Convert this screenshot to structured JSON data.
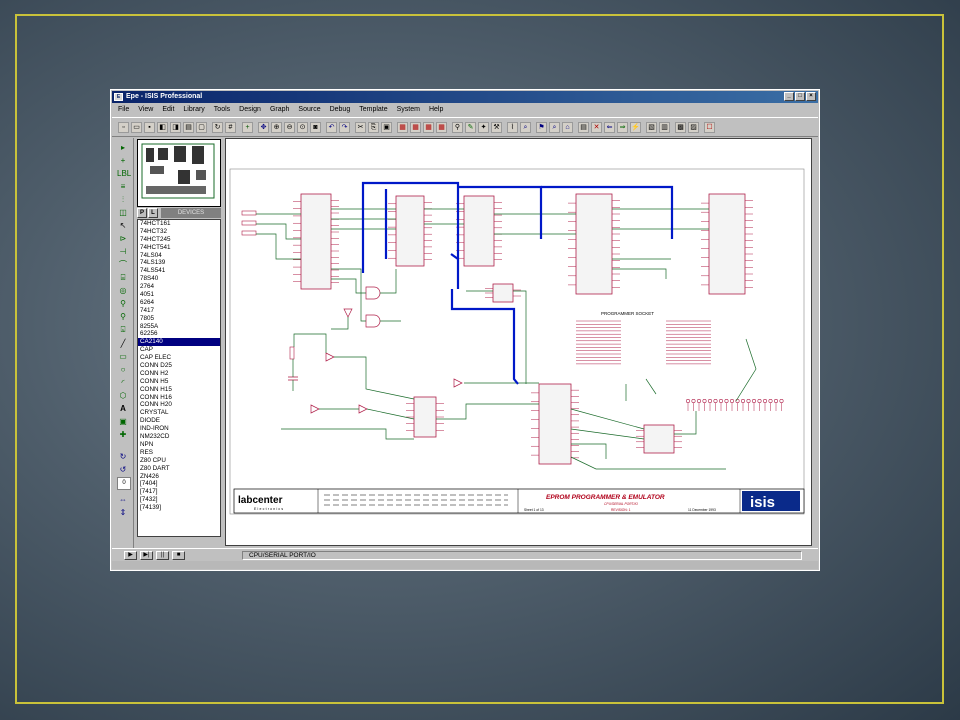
{
  "window": {
    "title": "Epe - ISIS Professional",
    "app_icon": "isis-app-icon",
    "controls": [
      "_",
      "□",
      "×"
    ]
  },
  "menu": [
    "File",
    "View",
    "Edit",
    "Library",
    "Tools",
    "Design",
    "Graph",
    "Source",
    "Debug",
    "Template",
    "System",
    "Help"
  ],
  "devices": {
    "tabs": [
      "P",
      "L"
    ],
    "header": "DEVICES",
    "items": [
      "74HCT161",
      "74HCT32",
      "74HCT245",
      "74HCT541",
      "74LS04",
      "74LS139",
      "74LS541",
      "78S40",
      "2764",
      "4051",
      "6264",
      "7417",
      "7805",
      "8255A",
      "62256",
      "CA2140",
      "CAP",
      "CAP ELEC",
      "CONN D25",
      "CONN H2",
      "CONN H5",
      "CONN H15",
      "CONN H16",
      "CONN H20",
      "CRYSTAL",
      "DIODE",
      "IND-IRON",
      "NM232CD",
      "NPN",
      "RES",
      "Z80 CPU",
      "Z80 DART",
      "ZN426",
      "[7404]",
      "[7417]",
      "[7432]",
      "[74139]"
    ],
    "selected": "CA2140"
  },
  "schematic": {
    "title_block": {
      "company_logo": "labcenter",
      "company_sub": "Electronics",
      "project_title": "EPROM PROGRAMMER & EMULATOR",
      "sheet_sub": "CPU/SERIAL PORT/IO",
      "revision": "REVISION: 1",
      "date": "11 December 1993",
      "sheet": "Sheet 1 of 13",
      "brand": "isis"
    },
    "socket_label": "PROGRAMMER SOCKET"
  },
  "status": {
    "playback": [
      "▶",
      "▶|",
      "||",
      "■"
    ],
    "sheet_name": "CPU/SERIAL PORT/IO"
  },
  "colors": {
    "bus": "#0018c8",
    "component": "#b0204a",
    "wire": "#1a6b2a",
    "titlebar": "#0a246a",
    "frame": "#c9c23a"
  }
}
